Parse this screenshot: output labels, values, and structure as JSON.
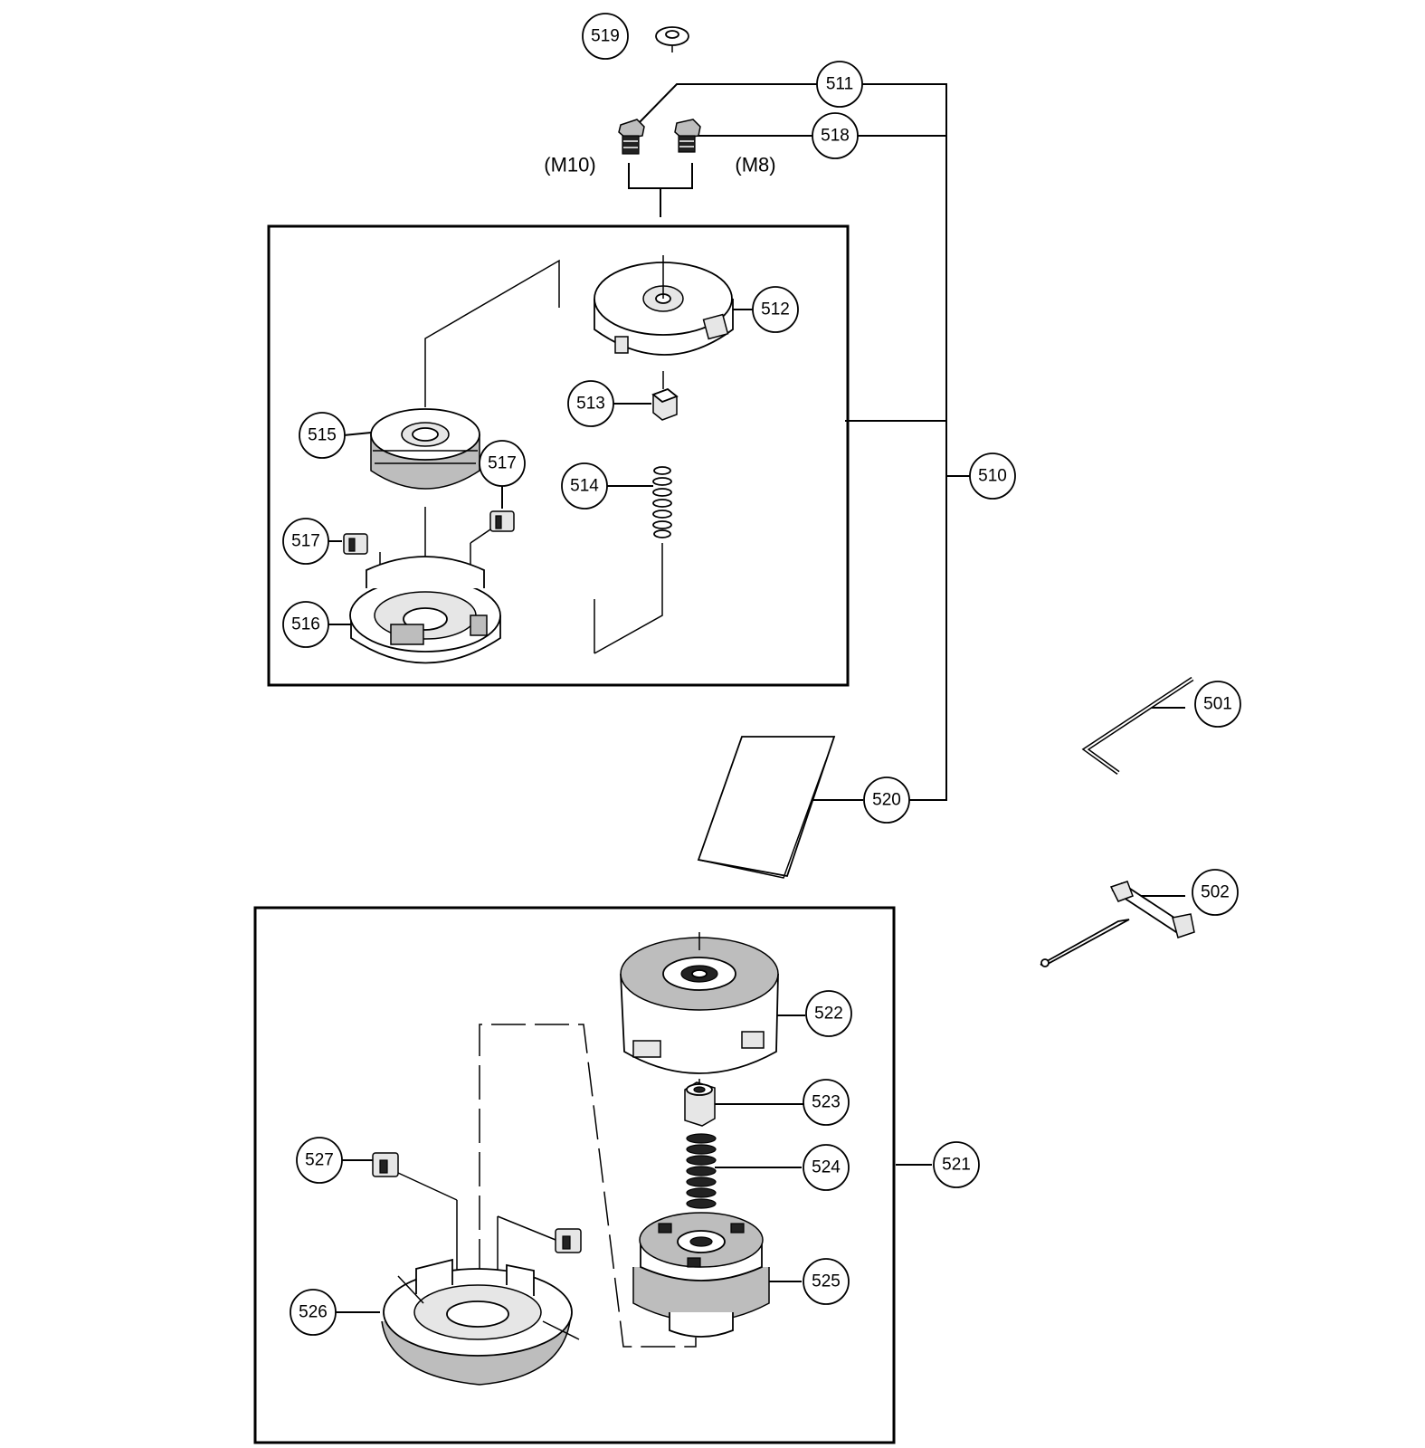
{
  "diagram": {
    "callouts": [
      {
        "id": "c519",
        "label": "519"
      },
      {
        "id": "c511",
        "label": "511"
      },
      {
        "id": "c518",
        "label": "518"
      },
      {
        "id": "c512",
        "label": "512"
      },
      {
        "id": "c513",
        "label": "513"
      },
      {
        "id": "c514",
        "label": "514"
      },
      {
        "id": "c515",
        "label": "515"
      },
      {
        "id": "c517a",
        "label": "517"
      },
      {
        "id": "c517b",
        "label": "517"
      },
      {
        "id": "c516",
        "label": "516"
      },
      {
        "id": "c510",
        "label": "510"
      },
      {
        "id": "c501",
        "label": "501"
      },
      {
        "id": "c520",
        "label": "520"
      },
      {
        "id": "c502",
        "label": "502"
      },
      {
        "id": "c522",
        "label": "522"
      },
      {
        "id": "c523",
        "label": "523"
      },
      {
        "id": "c524",
        "label": "524"
      },
      {
        "id": "c521",
        "label": "521"
      },
      {
        "id": "c527",
        "label": "527"
      },
      {
        "id": "c525",
        "label": "525"
      },
      {
        "id": "c526",
        "label": "526"
      }
    ],
    "bolt_sizes": {
      "m10": "(M10)",
      "m8": "(M8)"
    }
  }
}
